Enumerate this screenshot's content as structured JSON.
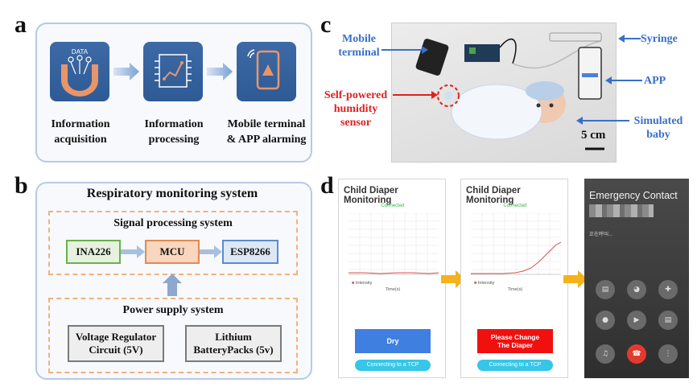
{
  "panel_labels": {
    "a": "a",
    "b": "b",
    "c": "c",
    "d": "d"
  },
  "panel_a": {
    "icon1_text": "DATA",
    "captions": [
      "Information\nacquisition",
      "Information\nprocessing",
      "Mobile terminal\n& APP alarming"
    ],
    "tile_color": "#3d6aa6",
    "accent_color": "#e8956a"
  },
  "panel_b": {
    "title": "Respiratory monitoring system",
    "signal_title": "Signal processing system",
    "blocks": {
      "ina": "INA226",
      "mcu": "MCU",
      "esp": "ESP8266"
    },
    "power_title": "Power supply system",
    "power_blocks": {
      "reg": "Voltage Regulator\nCircuit (5V)",
      "bat": "Lithium\nBatteryPacks (5v)"
    },
    "colors": {
      "ina": "#6ab04c",
      "mcu": "#e08a55",
      "esp": "#5b8bd0",
      "power": "#7a7a7a"
    }
  },
  "panel_c": {
    "labels": {
      "mobile": "Mobile\nterminal",
      "sensor": "Self-powered\nhumidity\nsensor",
      "syringe": "Syringe",
      "app": "APP",
      "baby": "Simulated\nbaby"
    },
    "scale_bar": "5 cm",
    "colors": {
      "blue": "#3a6fc9",
      "red": "#e02020"
    }
  },
  "panel_d": {
    "screen1": {
      "title": "Child Diaper Monitoring",
      "status": "Connected",
      "legend": "Intensity",
      "xlabel": "Time(s)",
      "button": "Dry",
      "button_color": "#3f7fe0",
      "tcp": "Connecting to a TCP"
    },
    "screen2": {
      "title": "Child Diaper Monitoring",
      "status": "Connected",
      "legend": "Intensity",
      "xlabel": "Time(s)",
      "button": "Please Change\nThe Diaper",
      "button_color": "#f01010",
      "tcp": "Connecting to a TCP"
    },
    "screen3": {
      "title": "Emergency Contact",
      "status": "正在呼叫..."
    },
    "arrow_color": "#f5b21a"
  }
}
